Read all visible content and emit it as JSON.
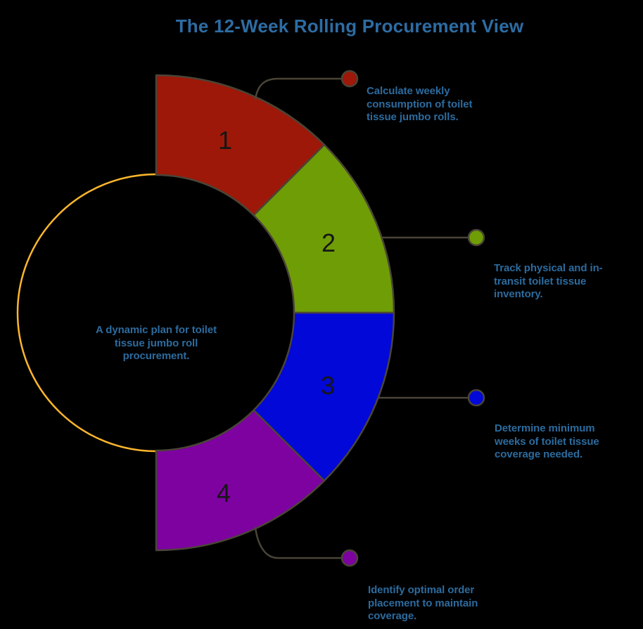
{
  "title": "The 12-Week Rolling Procurement View",
  "center": {
    "lines": [
      "A dynamic plan for toilet",
      "tissue jumbo roll",
      "procurement."
    ]
  },
  "steps": [
    {
      "number": "1",
      "color": "#9d1808",
      "lines": [
        "Calculate weekly",
        "consumption of toilet",
        "tissue jumbo rolls."
      ]
    },
    {
      "number": "2",
      "color": "#6f9d06",
      "lines": [
        "Track physical and in-",
        "transit toilet tissue",
        "inventory."
      ]
    },
    {
      "number": "3",
      "color": "#0108d8",
      "lines": [
        "Determine minimum",
        "weeks of toilet tissue",
        "coverage needed."
      ]
    },
    {
      "number": "4",
      "color": "#7d02a0",
      "lines": [
        "Identify optimal order",
        "placement to maintain",
        "coverage."
      ]
    }
  ],
  "palette": {
    "background_color": "#000000",
    "title_color": "#2d6ca3",
    "text_color": "#2c6b9e",
    "number_color": "#161616",
    "outline_color": "#4a4437",
    "ring_color": "#fcb62c"
  }
}
